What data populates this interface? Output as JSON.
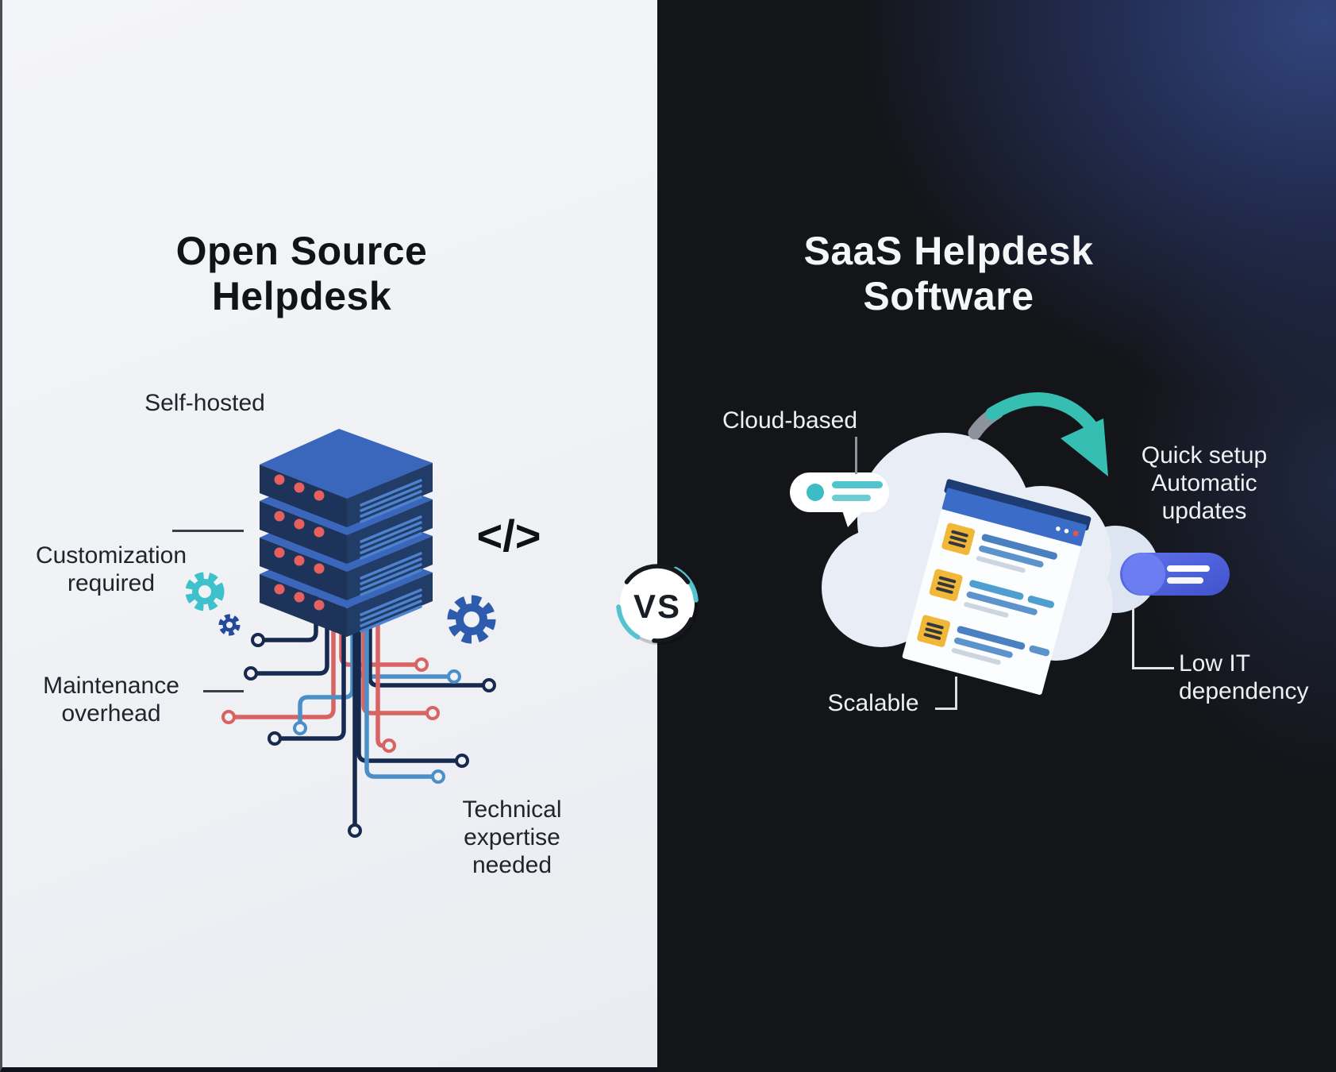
{
  "left_panel": {
    "title": "Open Source Helpdesk",
    "labels": {
      "self_hosted": "Self-hosted",
      "customization": "Customization required",
      "maintenance": "Maintenance overhead",
      "technical": "Technical expertise needed"
    },
    "icons": {
      "code_icon": "</>"
    }
  },
  "vs_badge": {
    "text": "VS"
  },
  "right_panel": {
    "title": "SaaS Helpdesk Software",
    "labels": {
      "cloud_based": "Cloud-based",
      "quick_setup": "Quick setup",
      "automatic_updates": "Automatic updates",
      "scalable": "Scalable",
      "low_it_dependency": "Low IT dependency"
    }
  },
  "colors": {
    "accent_teal": "#3cbdc6",
    "arrow_teal": "#36beb3",
    "server_blue": "#3a66bb",
    "server_navy": "#1d3359",
    "wire_navy": "#16294e",
    "wire_red": "#d96262",
    "wire_blue": "#4a8fc8",
    "gear_blue": "#2d5cad",
    "pill_blue": "#5568de",
    "browser_bar_blue": "#3a6cc8",
    "badge_yellow": "#f1b838",
    "left_bg": "#f1f2f6",
    "right_bg": "#141519"
  }
}
